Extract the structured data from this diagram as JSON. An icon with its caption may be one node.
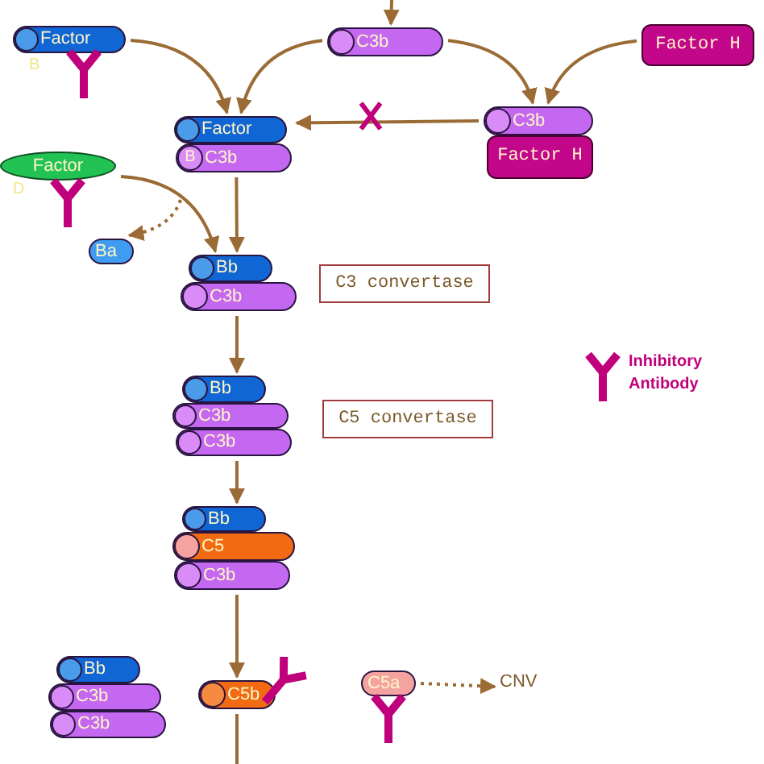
{
  "diagram": {
    "nodes": [
      {
        "text": [
          "Factor",
          "B"
        ]
      },
      {
        "text": [
          "C3b"
        ]
      },
      {
        "text": [
          "Factor H"
        ]
      },
      {
        "text": [
          "C3b",
          "Factor H"
        ]
      },
      {
        "text": [
          "Factor",
          "B",
          "C3b"
        ]
      },
      {
        "text": [
          "Factor",
          "D"
        ]
      },
      {
        "text": [
          "Ba"
        ]
      },
      {
        "text": [
          "Bb",
          "C3b"
        ]
      },
      {
        "text": [
          "C3 convertase"
        ]
      },
      {
        "text": [
          "Bb",
          "C3b",
          "C3b"
        ]
      },
      {
        "text": [
          "C5 convertase"
        ]
      },
      {
        "text": [
          "Bb",
          "C5",
          "C3b"
        ]
      },
      {
        "text": [
          "Bb",
          "C3b",
          "C3b"
        ]
      },
      {
        "text": [
          "C5b"
        ]
      },
      {
        "text": [
          "C5a"
        ]
      },
      {
        "text": [
          "CNV"
        ]
      }
    ],
    "edges": [
      {
        "from": 0,
        "to": 4,
        "arrow": "to"
      },
      {
        "from": 1,
        "to": 4,
        "arrow": "to"
      },
      {
        "from": 1,
        "to": 3,
        "arrow": "to"
      },
      {
        "from": 2,
        "to": 3,
        "arrow": "to"
      },
      {
        "from": 3,
        "to": 4,
        "arrow": "to"
      },
      {
        "from": 5,
        "to": 7,
        "arrow": "to"
      },
      {
        "from": null,
        "to": 6,
        "arrow": "to",
        "style": "dashed"
      },
      {
        "from": 4,
        "to": 7,
        "arrow": "to"
      },
      {
        "from": 7,
        "to": 9,
        "arrow": "to"
      },
      {
        "from": 9,
        "to": 11,
        "arrow": "to"
      },
      {
        "from": 11,
        "to": 13,
        "arrow": "to"
      },
      {
        "from": 13,
        "to": null,
        "arrow": "none"
      },
      {
        "from": 14,
        "to": 15,
        "arrow": "to",
        "style": "dashed"
      },
      {
        "from": null,
        "to": 1,
        "arrow": "to"
      }
    ],
    "legend": [
      {
        "text": "Inhibitory Antibody"
      }
    ]
  }
}
